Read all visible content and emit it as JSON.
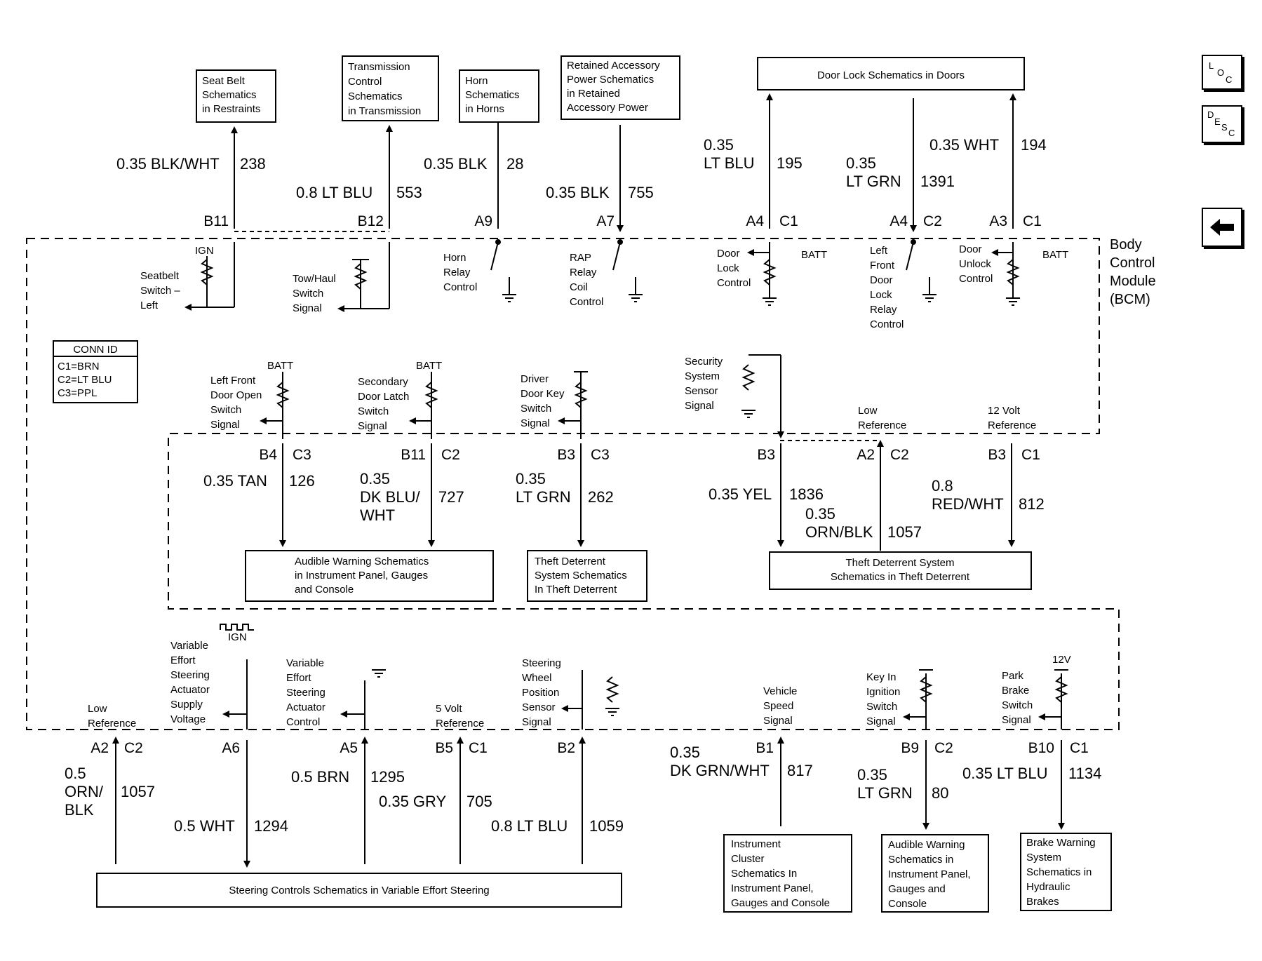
{
  "nav": {
    "loc": [
      "L",
      "O",
      "C"
    ],
    "desc": [
      "D",
      "E",
      "S",
      "C"
    ],
    "back_icon": "left-arrow-icon"
  },
  "module": {
    "lines": [
      "Body",
      "Control",
      "Module",
      "(BCM)"
    ]
  },
  "conn_id": {
    "title": "CONN ID",
    "lines": [
      "C1=BRN",
      "C2=LT BLU",
      "C3=PPL"
    ]
  },
  "top_boxes": [
    {
      "id": "seatbelt",
      "lines": [
        "Seat Belt",
        "Schematics",
        "in Restraints"
      ]
    },
    {
      "id": "transmission",
      "lines": [
        "Transmission",
        "Control",
        "Schematics",
        "in Transmission"
      ]
    },
    {
      "id": "horn",
      "lines": [
        "Horn",
        "Schematics",
        "in Horns"
      ]
    },
    {
      "id": "rap",
      "lines": [
        "Retained Accessory",
        "Power Schematics",
        "in Retained",
        "Accessory Power"
      ]
    },
    {
      "id": "doorlock",
      "lines": [
        "Door Lock Schematics in Doors"
      ]
    }
  ],
  "top_wires": [
    {
      "id": "b11",
      "color_lines": [
        "0.35 BLK/WHT"
      ],
      "circuit": "238",
      "pin": "B11",
      "conn": ""
    },
    {
      "id": "b12",
      "color_lines": [
        "0.8 LT BLU"
      ],
      "circuit": "553",
      "pin": "B12",
      "conn": ""
    },
    {
      "id": "a9",
      "color_lines": [
        "0.35 BLK"
      ],
      "circuit": "28",
      "pin": "A9",
      "conn": ""
    },
    {
      "id": "a7",
      "color_lines": [
        "0.35 BLK"
      ],
      "circuit": "755",
      "pin": "A7",
      "conn": ""
    },
    {
      "id": "a4c1",
      "color_lines": [
        "0.35",
        "LT BLU"
      ],
      "circuit": "195",
      "pin": "A4",
      "conn": "C1"
    },
    {
      "id": "a4c2",
      "color_lines": [
        "0.35",
        "LT GRN"
      ],
      "circuit": "1391",
      "pin": "A4",
      "conn": "C2"
    },
    {
      "id": "a3c1",
      "color_lines": [
        "0.35 WHT"
      ],
      "circuit": "194",
      "pin": "A3",
      "conn": "C1"
    }
  ],
  "top_internal": [
    {
      "id": "seatbelt-sw",
      "lines": [
        "Seatbelt",
        "Switch –",
        "Left"
      ],
      "supply": "IGN"
    },
    {
      "id": "towhaul",
      "lines": [
        "Tow/Haul",
        "Switch",
        "Signal"
      ]
    },
    {
      "id": "horn-relay",
      "lines": [
        "Horn",
        "Relay",
        "Control"
      ]
    },
    {
      "id": "rap-relay",
      "lines": [
        "RAP",
        "Relay",
        "Coil",
        "Control"
      ]
    },
    {
      "id": "door-lock",
      "lines": [
        "Door",
        "Lock",
        "Control"
      ],
      "supply": "BATT"
    },
    {
      "id": "lf-door-lock",
      "lines": [
        "Left",
        "Front",
        "Door",
        "Lock",
        "Relay",
        "Control"
      ]
    },
    {
      "id": "door-unlock",
      "lines": [
        "Door",
        "Unlock",
        "Control"
      ],
      "supply": "BATT"
    }
  ],
  "mid_internal": [
    {
      "id": "lf-door-open",
      "lines": [
        "Left Front",
        "Door Open",
        "Switch",
        "Signal"
      ],
      "supply": "BATT"
    },
    {
      "id": "sec-door-latch",
      "lines": [
        "Secondary",
        "Door Latch",
        "Switch",
        "Signal"
      ],
      "supply": "BATT"
    },
    {
      "id": "driver-key",
      "lines": [
        "Driver",
        "Door Key",
        "Switch",
        "Signal"
      ]
    },
    {
      "id": "security",
      "lines": [
        "Security",
        "System",
        "Sensor",
        "Signal"
      ]
    },
    {
      "id": "low-ref",
      "lines": [
        "Low",
        "Reference"
      ]
    },
    {
      "id": "12v-ref",
      "lines": [
        "12 Volt",
        "Reference"
      ]
    }
  ],
  "mid_wires": [
    {
      "id": "b4c3",
      "pin": "B4",
      "conn": "C3",
      "color_lines": [
        "0.35 TAN"
      ],
      "circuit": "126"
    },
    {
      "id": "b11c2",
      "pin": "B11",
      "conn": "C2",
      "color_lines": [
        "0.35",
        "DK BLU/",
        "WHT"
      ],
      "circuit": "727"
    },
    {
      "id": "b3c3",
      "pin": "B3",
      "conn": "C3",
      "color_lines": [
        "0.35",
        "LT GRN"
      ],
      "circuit": "262"
    },
    {
      "id": "b3-1836",
      "pin": "B3",
      "conn": "",
      "color_lines": [
        "0.35 YEL"
      ],
      "circuit": "1836"
    },
    {
      "id": "a2c2",
      "pin": "A2",
      "conn": "C2",
      "color_lines": [
        "0.35",
        "ORN/BLK"
      ],
      "circuit": "1057"
    },
    {
      "id": "b3c1",
      "pin": "B3",
      "conn": "C1",
      "color_lines": [
        "0.8",
        "RED/WHT"
      ],
      "circuit": "812"
    }
  ],
  "mid_boxes": [
    {
      "id": "audible1",
      "lines": [
        "Audible Warning Schematics",
        "in Instrument Panel, Gauges",
        "and Console"
      ]
    },
    {
      "id": "theft1",
      "lines": [
        "Theft Deterrent",
        "System Schematics",
        "In Theft Deterrent"
      ]
    },
    {
      "id": "theft2",
      "lines": [
        "Theft Deterrent System",
        "Schematics in Theft Deterrent"
      ]
    }
  ],
  "bot_internal": [
    {
      "id": "low-ref2",
      "lines": [
        "Low",
        "Reference"
      ]
    },
    {
      "id": "ves-supply",
      "lines": [
        "Variable",
        "Effort",
        "Steering",
        "Actuator",
        "Supply",
        "Voltage"
      ],
      "supply": "IGN"
    },
    {
      "id": "ves-control",
      "lines": [
        "Variable",
        "Effort",
        "Steering",
        "Actuator",
        "Control"
      ]
    },
    {
      "id": "5v-ref",
      "lines": [
        "5 Volt",
        "Reference"
      ]
    },
    {
      "id": "swps",
      "lines": [
        "Steering",
        "Wheel",
        "Position",
        "Sensor",
        "Signal"
      ]
    },
    {
      "id": "vss",
      "lines": [
        "Vehicle",
        "Speed",
        "Signal"
      ]
    },
    {
      "id": "key-in",
      "lines": [
        "Key In",
        "Ignition",
        "Switch",
        "Signal"
      ]
    },
    {
      "id": "park-brake",
      "lines": [
        "Park",
        "Brake",
        "Switch",
        "Signal"
      ],
      "supply": "12V"
    }
  ],
  "bot_wires": [
    {
      "id": "a2c2b",
      "pin": "A2",
      "conn": "C2",
      "color_lines": [
        "0.5",
        "ORN/",
        "BLK"
      ],
      "circuit": "1057"
    },
    {
      "id": "a6",
      "pin": "A6",
      "conn": "",
      "color_lines": [
        "0.5 WHT"
      ],
      "circuit": "1294"
    },
    {
      "id": "a5",
      "pin": "A5",
      "conn": "",
      "color_lines": [
        "0.5 BRN"
      ],
      "circuit": "1295"
    },
    {
      "id": "b5c1",
      "pin": "B5",
      "conn": "C1",
      "color_lines": [
        "0.35 GRY"
      ],
      "circuit": "705"
    },
    {
      "id": "b2",
      "pin": "B2",
      "conn": "",
      "color_lines": [
        "0.8 LT BLU"
      ],
      "circuit": "1059"
    },
    {
      "id": "b1",
      "pin": "B1",
      "conn": "",
      "color_lines": [
        "0.35",
        "DK GRN/WHT"
      ],
      "circuit": "817"
    },
    {
      "id": "b9c2",
      "pin": "B9",
      "conn": "C2",
      "color_lines": [
        "0.35",
        "LT GRN"
      ],
      "circuit": "80"
    },
    {
      "id": "b10c1",
      "pin": "B10",
      "conn": "C1",
      "color_lines": [
        "0.35 LT BLU"
      ],
      "circuit": "1134"
    }
  ],
  "bot_boxes": [
    {
      "id": "steering",
      "lines": [
        "Steering Controls Schematics in Variable Effort Steering"
      ]
    },
    {
      "id": "cluster",
      "lines": [
        "Instrument",
        "Cluster",
        "Schematics In",
        "Instrument Panel,",
        "Gauges and Console"
      ]
    },
    {
      "id": "audible2",
      "lines": [
        "Audible Warning",
        "Schematics in",
        "Instrument Panel,",
        "Gauges and",
        "Console"
      ]
    },
    {
      "id": "brake",
      "lines": [
        "Brake Warning",
        "System",
        "Schematics in",
        "Hydraulic",
        "Brakes"
      ]
    }
  ]
}
